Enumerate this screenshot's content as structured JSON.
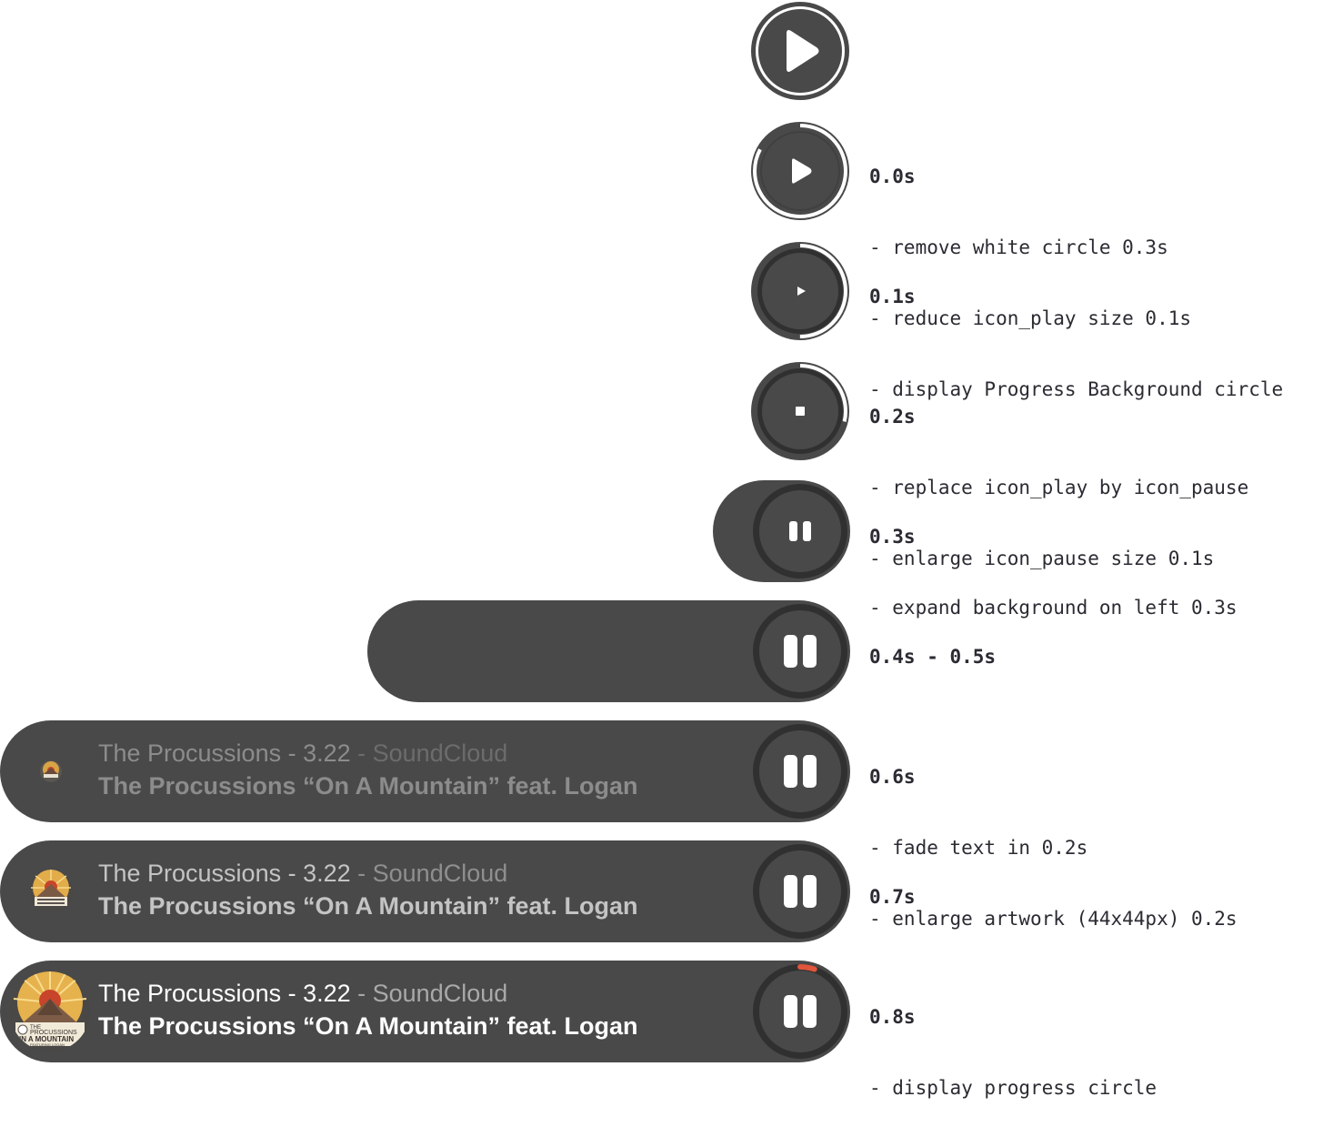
{
  "track": {
    "title_main": "The Procussions - 3.22",
    "title_source": " - SoundCloud",
    "subtitle": "The Procussions “On A Mountain” feat. Logan"
  },
  "artwork": {
    "logo_line1": "THE",
    "logo_line2": "PROCUSSIONS",
    "logo_line3": "IN A MOUNTAIN",
    "logo_line4": "FEATURING LOGAN"
  },
  "colors": {
    "dark": "#494949",
    "ring": "#303030",
    "white": "#ffffff",
    "progress": "#e0553b"
  },
  "steps": [
    {
      "time": "",
      "lines": []
    },
    {
      "time": "0.0s",
      "lines": [
        "- remove white circle 0.3s",
        "- reduce icon_play size 0.1s",
        "- display Progress Background circle"
      ]
    },
    {
      "time": "0.1s",
      "lines": []
    },
    {
      "time": "0.2s",
      "lines": [
        "- replace icon_play by icon_pause",
        "- enlarge icon_pause size 0.1s"
      ]
    },
    {
      "time": "0.3s",
      "lines": [
        "- expand background on left 0.3s"
      ]
    },
    {
      "time": "0.4s - 0.5s",
      "lines": []
    },
    {
      "time": "0.6s",
      "lines": [
        "- fade text in 0.2s",
        "- enlarge artwork (44x44px) 0.2s"
      ]
    },
    {
      "time": "0.7s",
      "lines": []
    },
    {
      "time": "0.8s",
      "lines": [
        "- display progress circle"
      ]
    }
  ],
  "icons": {
    "play": "play-icon",
    "pause": "pause-icon",
    "stop": "stop-icon",
    "progress": "progress-ring-icon",
    "artwork": "album-artwork"
  }
}
